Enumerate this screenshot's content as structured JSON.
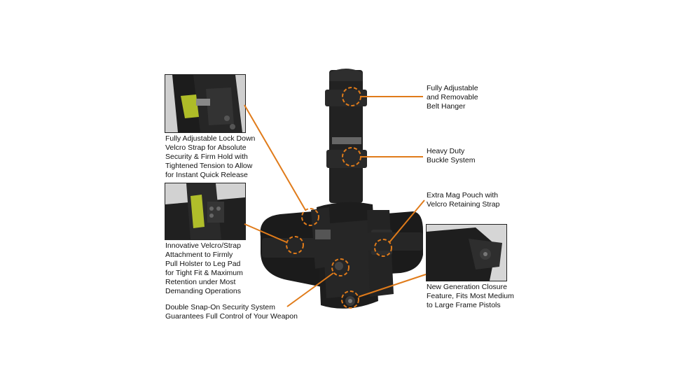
{
  "captions": {
    "belt_hanger": "Fully Adjustable\nand Removable\nBelt Hanger",
    "buckle": "Heavy Duty\nBuckle System",
    "mag_pouch": "Extra Mag Pouch with\nVelcro Retaining Strap",
    "closure": "New Generation Closure\nFeature, Fits Most Medium\nto Large Frame Pistols",
    "lock_down": "Fully Adjustable Lock Down\nVelcro Strap for Absolute\nSecurity & Firm Hold with\nTightened Tension to Allow\nfor Instant Quick Release",
    "velcro_attach": "Innovative Velcro/Strap\nAttachment to Firmly\nPull Holster to Leg Pad\nfor Tight Fit & Maximum\nRetention under Most\nDemanding Operations",
    "snap_on": "Double Snap-On Security System\nGuarantees Full Control of Your Weapon"
  },
  "colors": {
    "callout": "#e07b1a",
    "holster": "#1b1b1b",
    "holster_mid": "#2e2e2e",
    "highlight": "#c8d82a"
  }
}
